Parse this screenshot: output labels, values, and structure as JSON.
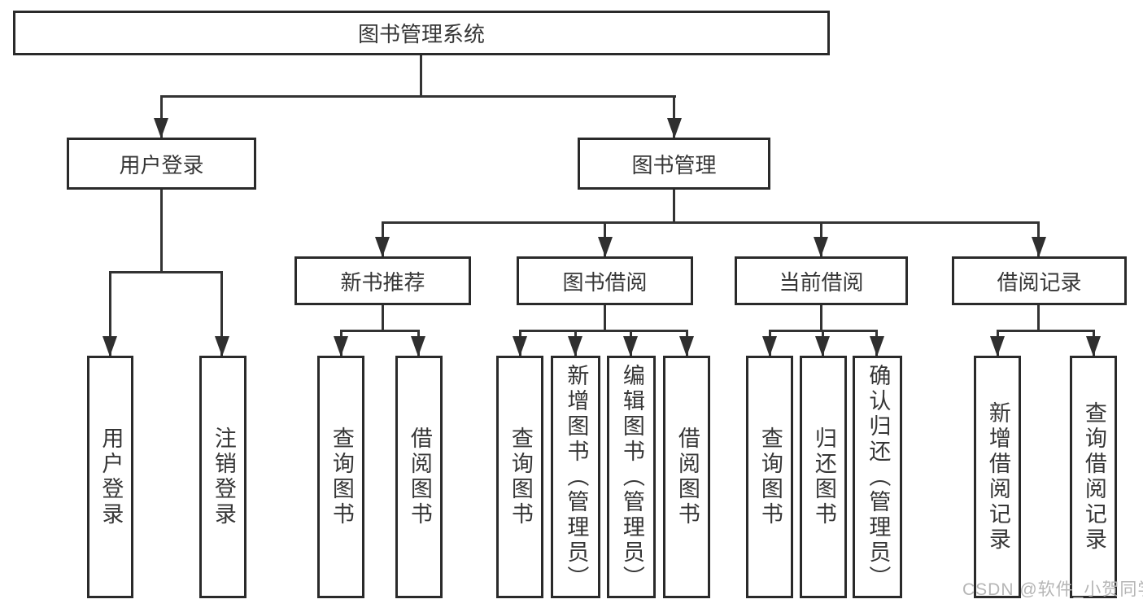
{
  "diagram_type": "hierarchy-tree",
  "nodes": {
    "root": "图书管理系统",
    "user_login": "用户登录",
    "book_management": "图书管理",
    "new_book_recommend": "新书推荐",
    "book_borrowing": "图书借阅",
    "current_borrowing": "当前借阅",
    "borrowing_records": "借阅记录"
  },
  "leaves": {
    "user_login": [
      "用户登录",
      "注销登录"
    ],
    "new_book_recommend": [
      "查询图书",
      "借阅图书"
    ],
    "book_borrowing": [
      "查询图书",
      "新增图书（管理员）",
      "编辑图书（管理员）",
      "借阅图书"
    ],
    "current_borrowing": [
      "查询图书",
      "归还图书",
      "确认归还（管理员）"
    ],
    "borrowing_records": [
      "新增借阅记录",
      "查询借阅记录"
    ]
  },
  "watermark": "CSDN @软件_小贺同学",
  "colors": {
    "background": "#ffffff",
    "line": "#333333",
    "box_border": "#2a2a2a",
    "text": "#363636",
    "watermark": "#b5b5b5"
  }
}
